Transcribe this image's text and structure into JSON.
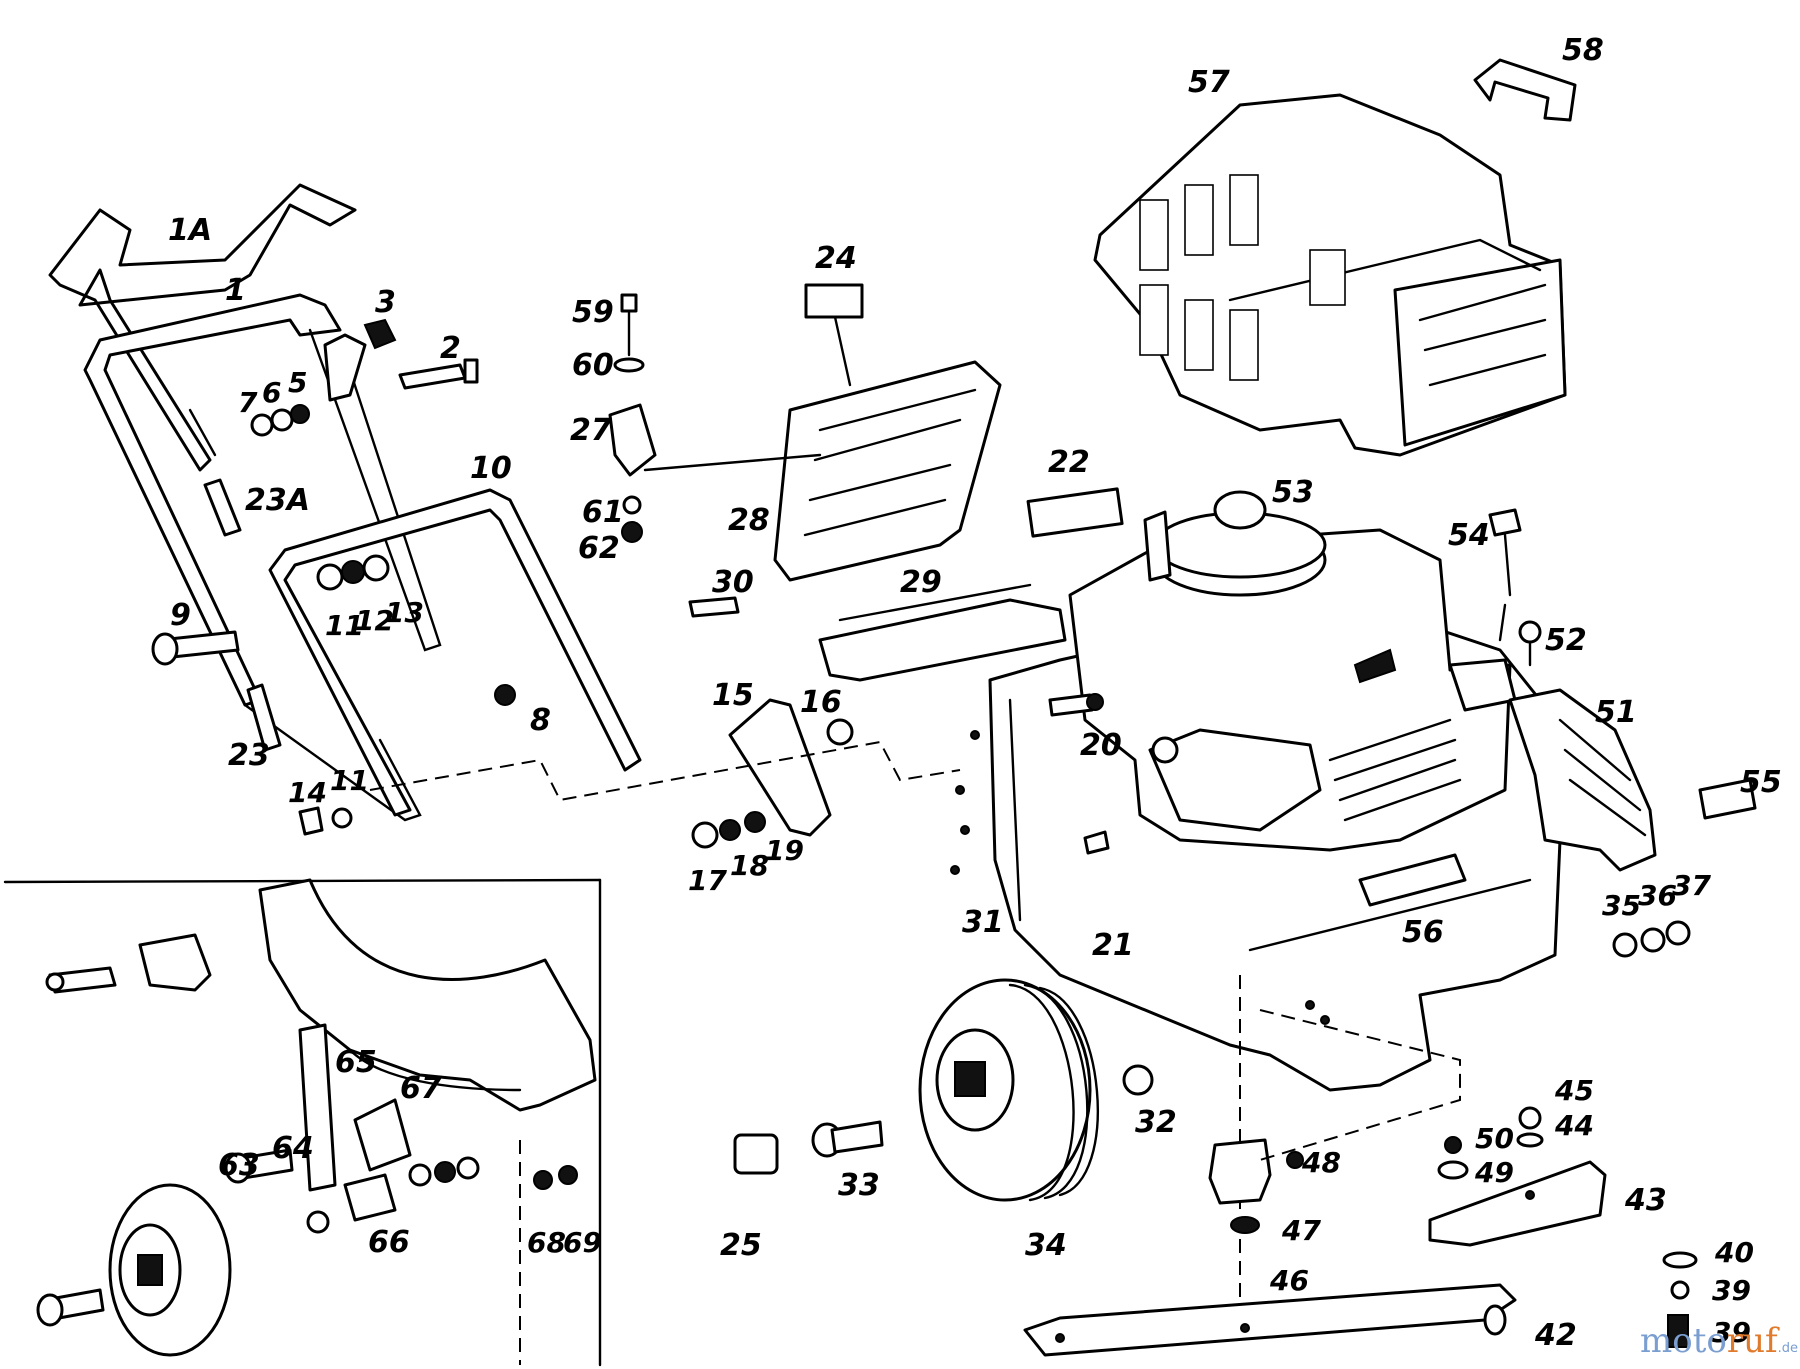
{
  "labels": {
    "p1A": "1A",
    "p1": "1",
    "p2": "2",
    "p3": "3",
    "p5": "5",
    "p6": "6",
    "p7": "7",
    "p8": "8",
    "p9": "9",
    "p10": "10",
    "p11a": "11",
    "p11b": "11",
    "p12": "12",
    "p13": "13",
    "p14": "14",
    "p15": "15",
    "p16": "16",
    "p17": "17",
    "p18": "18",
    "p19": "19",
    "p20": "20",
    "p21": "21",
    "p22": "22",
    "p23": "23",
    "p23A": "23A",
    "p24": "24",
    "p25": "25",
    "p27": "27",
    "p28": "28",
    "p29": "29",
    "p30": "30",
    "p31": "31",
    "p32": "32",
    "p33": "33",
    "p34": "34",
    "p35": "35",
    "p36": "36",
    "p37": "37",
    "p39a": "39",
    "p39b": "39",
    "p40": "40",
    "p42": "42",
    "p43": "43",
    "p44": "44",
    "p45": "45",
    "p46": "46",
    "p47": "47",
    "p48": "48",
    "p49": "49",
    "p50": "50",
    "p51": "51",
    "p52": "52",
    "p53": "53",
    "p54": "54",
    "p55": "55",
    "p56": "56",
    "p57": "57",
    "p58": "58",
    "p59": "59",
    "p60": "60",
    "p61": "61",
    "p62": "62",
    "p63": "63",
    "p64": "64",
    "p65": "65",
    "p66": "66",
    "p67": "67",
    "p68": "68",
    "p69": "69"
  },
  "watermark": {
    "part1": "moto",
    "part2": "ruf",
    "suffix": ".de"
  }
}
